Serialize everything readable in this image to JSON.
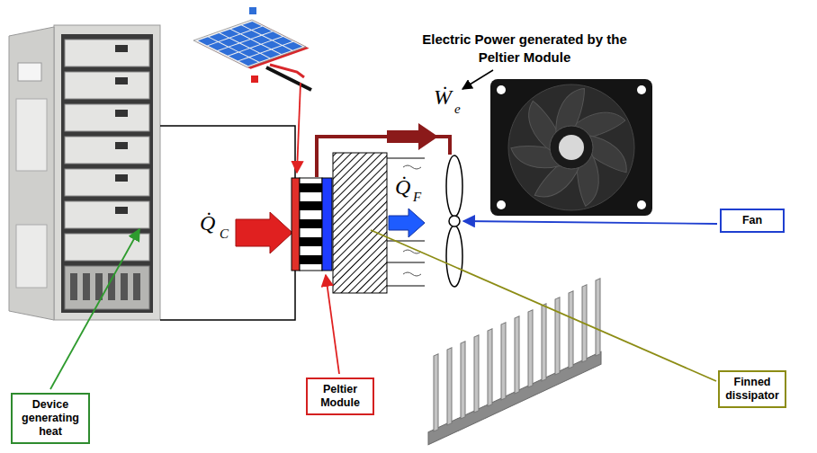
{
  "diagram": {
    "nodes": [
      {
        "text": [
          "Fan"
        ]
      },
      {
        "text": [
          "Finned dissipator"
        ]
      },
      {
        "text": [
          "Peltier Module"
        ]
      },
      {
        "text": [
          "Device generating heat"
        ]
      }
    ],
    "labels": [
      "Electric Power generated by the Peltier Module",
      "Ẇ",
      "e",
      "Q̇",
      "C",
      "Q̇",
      "F"
    ]
  }
}
